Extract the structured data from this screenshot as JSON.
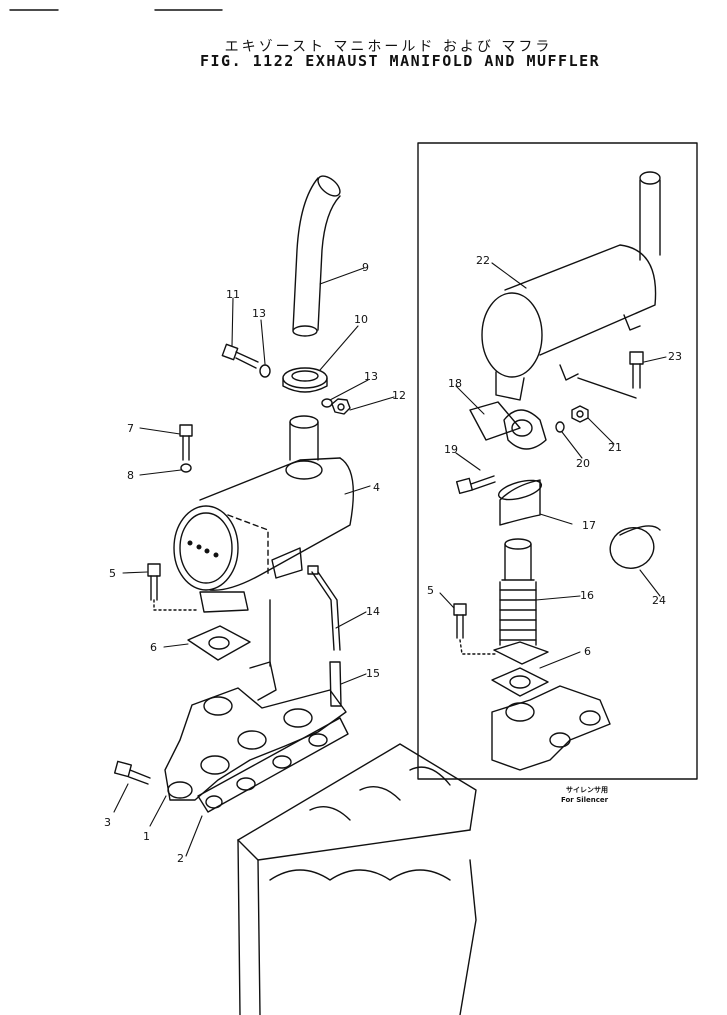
{
  "header": {
    "title_jp": "エキゾースト マニホールド および マフラ",
    "title_en": "FIG. 1122  EXHAUST MANIFOLD AND MUFFLER"
  },
  "diagram": {
    "inset_note_jp": "サイレンサ用",
    "inset_note_en": "For Silencer",
    "callouts": [
      {
        "id": "1",
        "text": "1"
      },
      {
        "id": "2",
        "text": "2"
      },
      {
        "id": "3",
        "text": "3"
      },
      {
        "id": "4",
        "text": "4"
      },
      {
        "id": "5",
        "text": "5"
      },
      {
        "id": "6",
        "text": "6"
      },
      {
        "id": "7",
        "text": "7"
      },
      {
        "id": "8",
        "text": "8"
      },
      {
        "id": "9",
        "text": "9"
      },
      {
        "id": "10",
        "text": "10"
      },
      {
        "id": "11",
        "text": "11"
      },
      {
        "id": "12",
        "text": "12"
      },
      {
        "id": "13a",
        "text": "13"
      },
      {
        "id": "13b",
        "text": "13"
      },
      {
        "id": "14",
        "text": "14"
      },
      {
        "id": "15",
        "text": "15"
      },
      {
        "id": "16",
        "text": "16"
      },
      {
        "id": "17",
        "text": "17"
      },
      {
        "id": "18",
        "text": "18"
      },
      {
        "id": "19",
        "text": "19"
      },
      {
        "id": "20",
        "text": "20"
      },
      {
        "id": "21",
        "text": "21"
      },
      {
        "id": "22",
        "text": "22"
      },
      {
        "id": "23",
        "text": "23"
      },
      {
        "id": "24",
        "text": "24"
      },
      {
        "id": "5b",
        "text": "5"
      },
      {
        "id": "6b",
        "text": "6"
      }
    ]
  }
}
